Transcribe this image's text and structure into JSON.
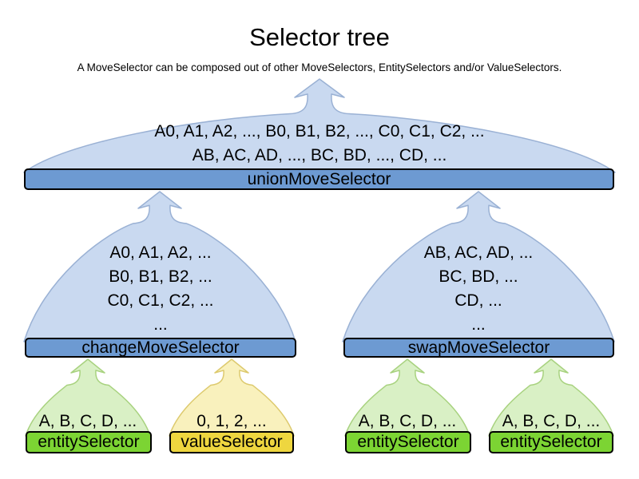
{
  "title": "Selector tree",
  "subtitle": "A MoveSelector can be composed out of other MoveSelectors, EntitySelectors and/or ValueSelectors.",
  "colors": {
    "blue_fill": "#c9d9f0",
    "blue_stroke": "#9ab1d4",
    "blue_bar": "#6d9ad2",
    "green_fill": "#d9f0c5",
    "green_stroke": "#a8d27f",
    "green_bar": "#7cd433",
    "yellow_fill": "#f9f1bd",
    "yellow_stroke": "#ddca6e",
    "yellow_bar": "#eed63f",
    "bar_border": "#000000",
    "text": "#000000"
  },
  "nodes": [
    {
      "id": "union",
      "color": "blue",
      "label": "unionMoveSelector",
      "items": [
        "A0, A1, A2, ..., B0, B1, B2, ..., C0, C1, C2, ...",
        "AB, AC, AD, ..., BC, BD, ..., CD, ..."
      ]
    },
    {
      "id": "change",
      "color": "blue",
      "label": "changeMoveSelector",
      "items": [
        "A0, A1, A2, ...",
        "B0, B1, B2, ...",
        "C0, C1, C2, ...",
        "..."
      ]
    },
    {
      "id": "swap",
      "color": "blue",
      "label": "swapMoveSelector",
      "items": [
        "AB, AC, AD, ...",
        "BC, BD, ...",
        "CD, ...",
        "..."
      ]
    },
    {
      "id": "entity1",
      "color": "green",
      "label": "entitySelector",
      "items": [
        "A, B, C, D, ..."
      ]
    },
    {
      "id": "value1",
      "color": "yellow",
      "label": "valueSelector",
      "items": [
        "0, 1, 2, ..."
      ]
    },
    {
      "id": "entity2",
      "color": "green",
      "label": "entitySelector",
      "items": [
        "A, B, C, D, ..."
      ]
    },
    {
      "id": "entity3",
      "color": "green",
      "label": "entitySelector",
      "items": [
        "A, B, C, D, ..."
      ]
    }
  ]
}
